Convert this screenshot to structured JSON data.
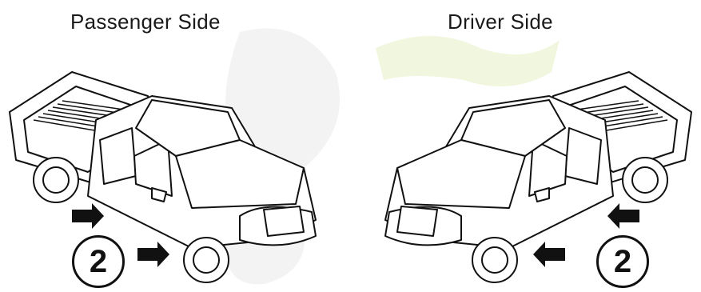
{
  "labels": {
    "passenger_side": "Passenger Side",
    "driver_side": "Driver Side"
  },
  "steps": {
    "left_number": "2",
    "right_number": "2"
  },
  "icons": {
    "truck": "pickup-truck-icon",
    "arrow": "arrow-right-icon",
    "watermark": "watermark-logo"
  },
  "colors": {
    "line": "#111111",
    "watermark_grey": "#f1f1f1",
    "watermark_green": "#eef6d8"
  }
}
